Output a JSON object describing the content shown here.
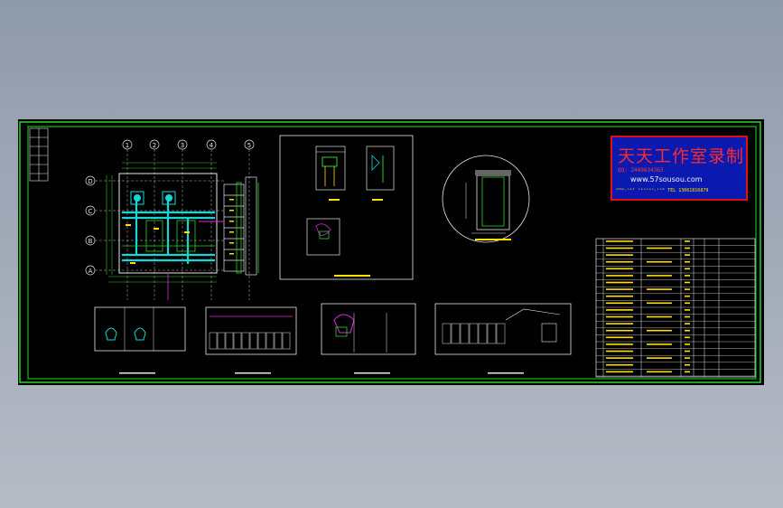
{
  "colors": {
    "frame": "#22dd22",
    "line_white": "#e6e6e6",
    "line_cyan": "#16d6d6",
    "line_green": "#2bd02b",
    "line_yellow": "#ffe000",
    "line_magenta": "#e22ad8",
    "stamp_bg": "#0a1ab0",
    "stamp_border": "#e01010"
  },
  "watermark": {
    "title": "天天工作室录制",
    "qq": "QQ: 2449834363",
    "url": "www.57sousou.com",
    "contact": "ᵂᵂʷ·ⁿᵉᵗ ˢᵒᵘˢᵒᵘ·ᶜᵒᵐ TEL 13661816879"
  },
  "grid_axes": {
    "columns": [
      "1",
      "2",
      "3",
      "4",
      "5"
    ],
    "rows": [
      "D",
      "C",
      "B",
      "A"
    ]
  }
}
